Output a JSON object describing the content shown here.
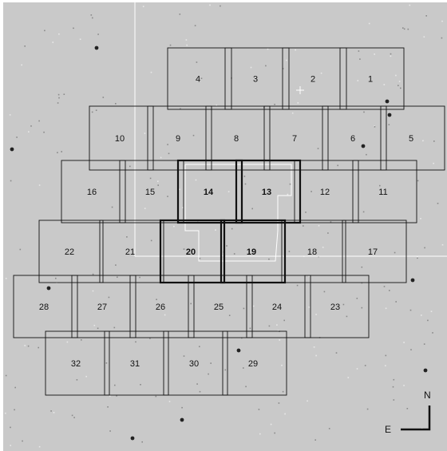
{
  "tiles": [
    {
      "label": "1",
      "highlight": false
    },
    {
      "label": "2",
      "highlight": false
    },
    {
      "label": "3",
      "highlight": false
    },
    {
      "label": "4",
      "highlight": false
    },
    {
      "label": "5",
      "highlight": false
    },
    {
      "label": "6",
      "highlight": false
    },
    {
      "label": "7",
      "highlight": false
    },
    {
      "label": "8",
      "highlight": false
    },
    {
      "label": "9",
      "highlight": false
    },
    {
      "label": "10",
      "highlight": false
    },
    {
      "label": "11",
      "highlight": false
    },
    {
      "label": "12",
      "highlight": false
    },
    {
      "label": "13",
      "highlight": true
    },
    {
      "label": "14",
      "highlight": true
    },
    {
      "label": "15",
      "highlight": false
    },
    {
      "label": "16",
      "highlight": false
    },
    {
      "label": "17",
      "highlight": false
    },
    {
      "label": "18",
      "highlight": false
    },
    {
      "label": "19",
      "highlight": true
    },
    {
      "label": "20",
      "highlight": true
    },
    {
      "label": "21",
      "highlight": false
    },
    {
      "label": "22",
      "highlight": false
    },
    {
      "label": "23",
      "highlight": false
    },
    {
      "label": "24",
      "highlight": false
    },
    {
      "label": "25",
      "highlight": false
    },
    {
      "label": "26",
      "highlight": false
    },
    {
      "label": "27",
      "highlight": false
    },
    {
      "label": "28",
      "highlight": false
    },
    {
      "label": "29",
      "highlight": false
    },
    {
      "label": "30",
      "highlight": false
    },
    {
      "label": "31",
      "highlight": false
    },
    {
      "label": "32",
      "highlight": false
    }
  ],
  "compass": {
    "north": "N",
    "east": "E"
  },
  "colors": {
    "sky": "#c9c9c9",
    "outline": "#111111",
    "guide": "#ffffff"
  }
}
